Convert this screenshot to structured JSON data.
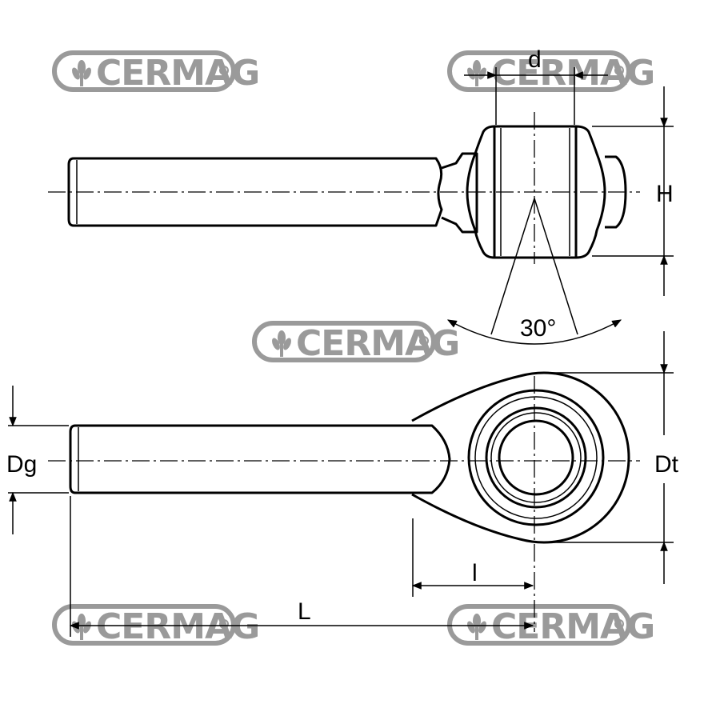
{
  "watermark": {
    "text": "CERMAG",
    "color": "#9a9a9a"
  },
  "dimensions": {
    "d": "d",
    "h": "H",
    "angle": "30°",
    "dg": "Dg",
    "dt": "Dt",
    "l_small": "l",
    "l_total": "L"
  },
  "icons": {
    "logo": "wheat-ear-icon",
    "registered": "registered-icon"
  }
}
